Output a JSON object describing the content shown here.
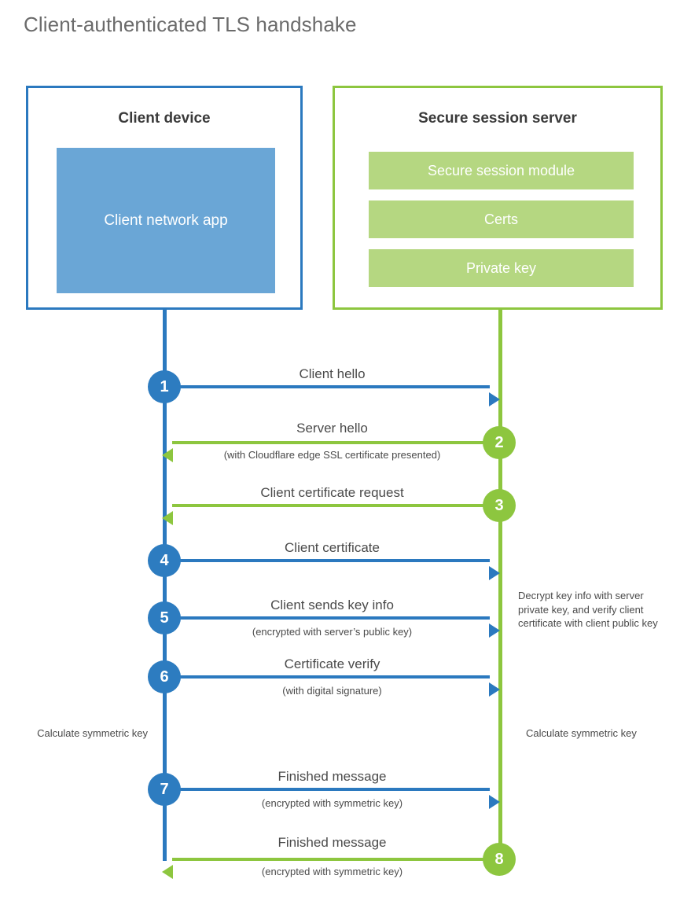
{
  "diagram": {
    "title": "Client-authenticated TLS handshake",
    "colors": {
      "client_blue": "#2b79bf",
      "client_app_fill": "#6aa6d6",
      "server_green": "#8dc63f",
      "server_bar_fill": "#b5d781",
      "text_gray": "#4a4a4a"
    },
    "actors": {
      "client": {
        "title": "Client device",
        "app_label": "Client network app"
      },
      "server": {
        "title": "Secure session server",
        "components": [
          "Secure session module",
          "Certs",
          "Private key"
        ]
      }
    },
    "steps": [
      {
        "number": "1",
        "label": "Client hello",
        "sub": "",
        "direction": "client-to-server",
        "color": "blue"
      },
      {
        "number": "2",
        "label": "Server hello",
        "sub": "(with Cloudflare edge SSL certificate presented)",
        "direction": "server-to-client",
        "color": "green"
      },
      {
        "number": "3",
        "label": "Client certificate request",
        "sub": "",
        "direction": "server-to-client",
        "color": "green"
      },
      {
        "number": "4",
        "label": "Client certificate",
        "sub": "",
        "direction": "client-to-server",
        "color": "blue"
      },
      {
        "number": "5",
        "label": "Client sends key info",
        "sub": "(encrypted with server’s public key)",
        "direction": "client-to-server",
        "color": "blue"
      },
      {
        "number": "6",
        "label": "Certificate verify",
        "sub": "(with digital signature)",
        "direction": "client-to-server",
        "color": "blue"
      },
      {
        "number": "7",
        "label": "Finished message",
        "sub": "(encrypted with symmetric key)",
        "direction": "client-to-server",
        "color": "blue"
      },
      {
        "number": "8",
        "label": "Finished message",
        "sub": "(encrypted with symmetric key)",
        "direction": "server-to-client",
        "color": "green"
      }
    ],
    "notes": {
      "server_decrypt": "Decrypt key info with server private key, and verify client certificate with client public key",
      "client_calculate": "Calculate symmetric key",
      "server_calculate": "Calculate symmetric key"
    }
  }
}
